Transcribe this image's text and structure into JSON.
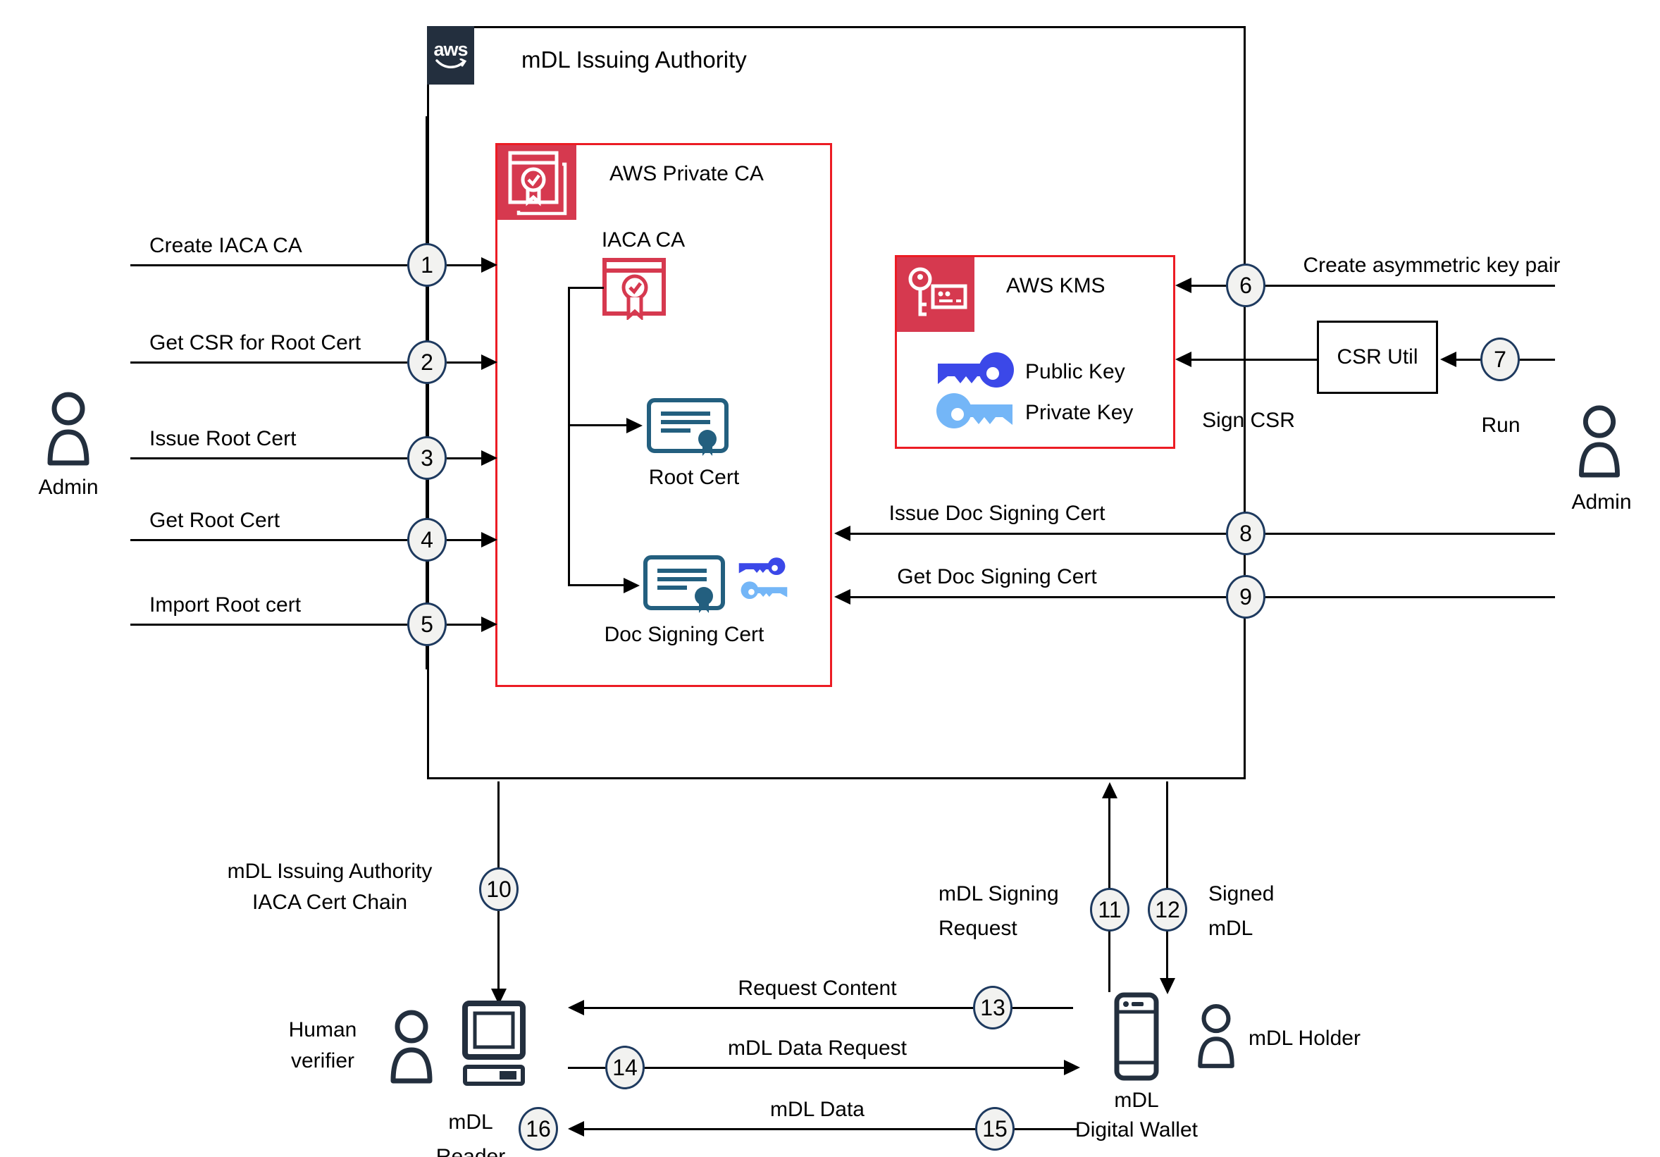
{
  "header": {
    "title": "mDL Issuing Authority",
    "logo_text": "aws"
  },
  "colors": {
    "box_border_red": "#EC1C24",
    "service_icon_red": "#D6394F",
    "navy": "#232F3E",
    "cert_teal": "#235F7F",
    "public_key_blue": "#3B48E8",
    "private_key_blue": "#74B6F7",
    "step_circle_fill": "#F2F2F0",
    "step_circle_border": "#1E3A5F"
  },
  "private_ca": {
    "title": "AWS Private CA",
    "iaca_ca_label": "IACA CA",
    "root_cert_label": "Root Cert",
    "doc_signing_cert_label": "Doc Signing Cert"
  },
  "kms": {
    "title": "AWS KMS",
    "public_key_label": "Public Key",
    "private_key_label": "Private Key"
  },
  "csr_util": {
    "label": "CSR Util",
    "run_label": "Run",
    "sign_csr_label": "Sign CSR"
  },
  "actors": {
    "admin_left": "Admin",
    "admin_right": "Admin",
    "human_verifier_line1": "Human",
    "human_verifier_line2": "verifier",
    "mdl_reader_line1": "mDL",
    "mdl_reader_line2": "Reader",
    "mdl_wallet_line1": "mDL",
    "mdl_wallet_line2": "Digital Wallet",
    "mdl_holder": "mDL Holder"
  },
  "left_flows": [
    {
      "step": "1",
      "label": "Create IACA CA"
    },
    {
      "step": "2",
      "label": "Get CSR for Root Cert"
    },
    {
      "step": "3",
      "label": "Issue Root Cert"
    },
    {
      "step": "4",
      "label": "Get Root Cert"
    },
    {
      "step": "5",
      "label": "Import Root cert"
    }
  ],
  "right_flows": [
    {
      "step": "6",
      "label": "Create asymmetric key pair"
    },
    {
      "step": "7",
      "label": "Run"
    },
    {
      "step": "8",
      "label": "Issue Doc Signing Cert"
    },
    {
      "step": "9",
      "label": "Get Doc Signing Cert"
    }
  ],
  "bottom_flows": {
    "cert_chain_step": "10",
    "cert_chain_line1": "mDL Issuing Authority",
    "cert_chain_line2": "IACA Cert Chain",
    "signing_request_step": "11",
    "signing_request_line1": "mDL Signing",
    "signing_request_line2": "Request",
    "signed_mdl_step": "12",
    "signed_mdl_line1": "Signed",
    "signed_mdl_line2": "mDL",
    "request_content": {
      "step": "13",
      "label": "Request Content"
    },
    "mdl_data_request": {
      "step": "14",
      "label": "mDL Data Request"
    },
    "mdl_data": {
      "step": "15",
      "label": "mDL Data"
    },
    "reader_step": "16"
  }
}
